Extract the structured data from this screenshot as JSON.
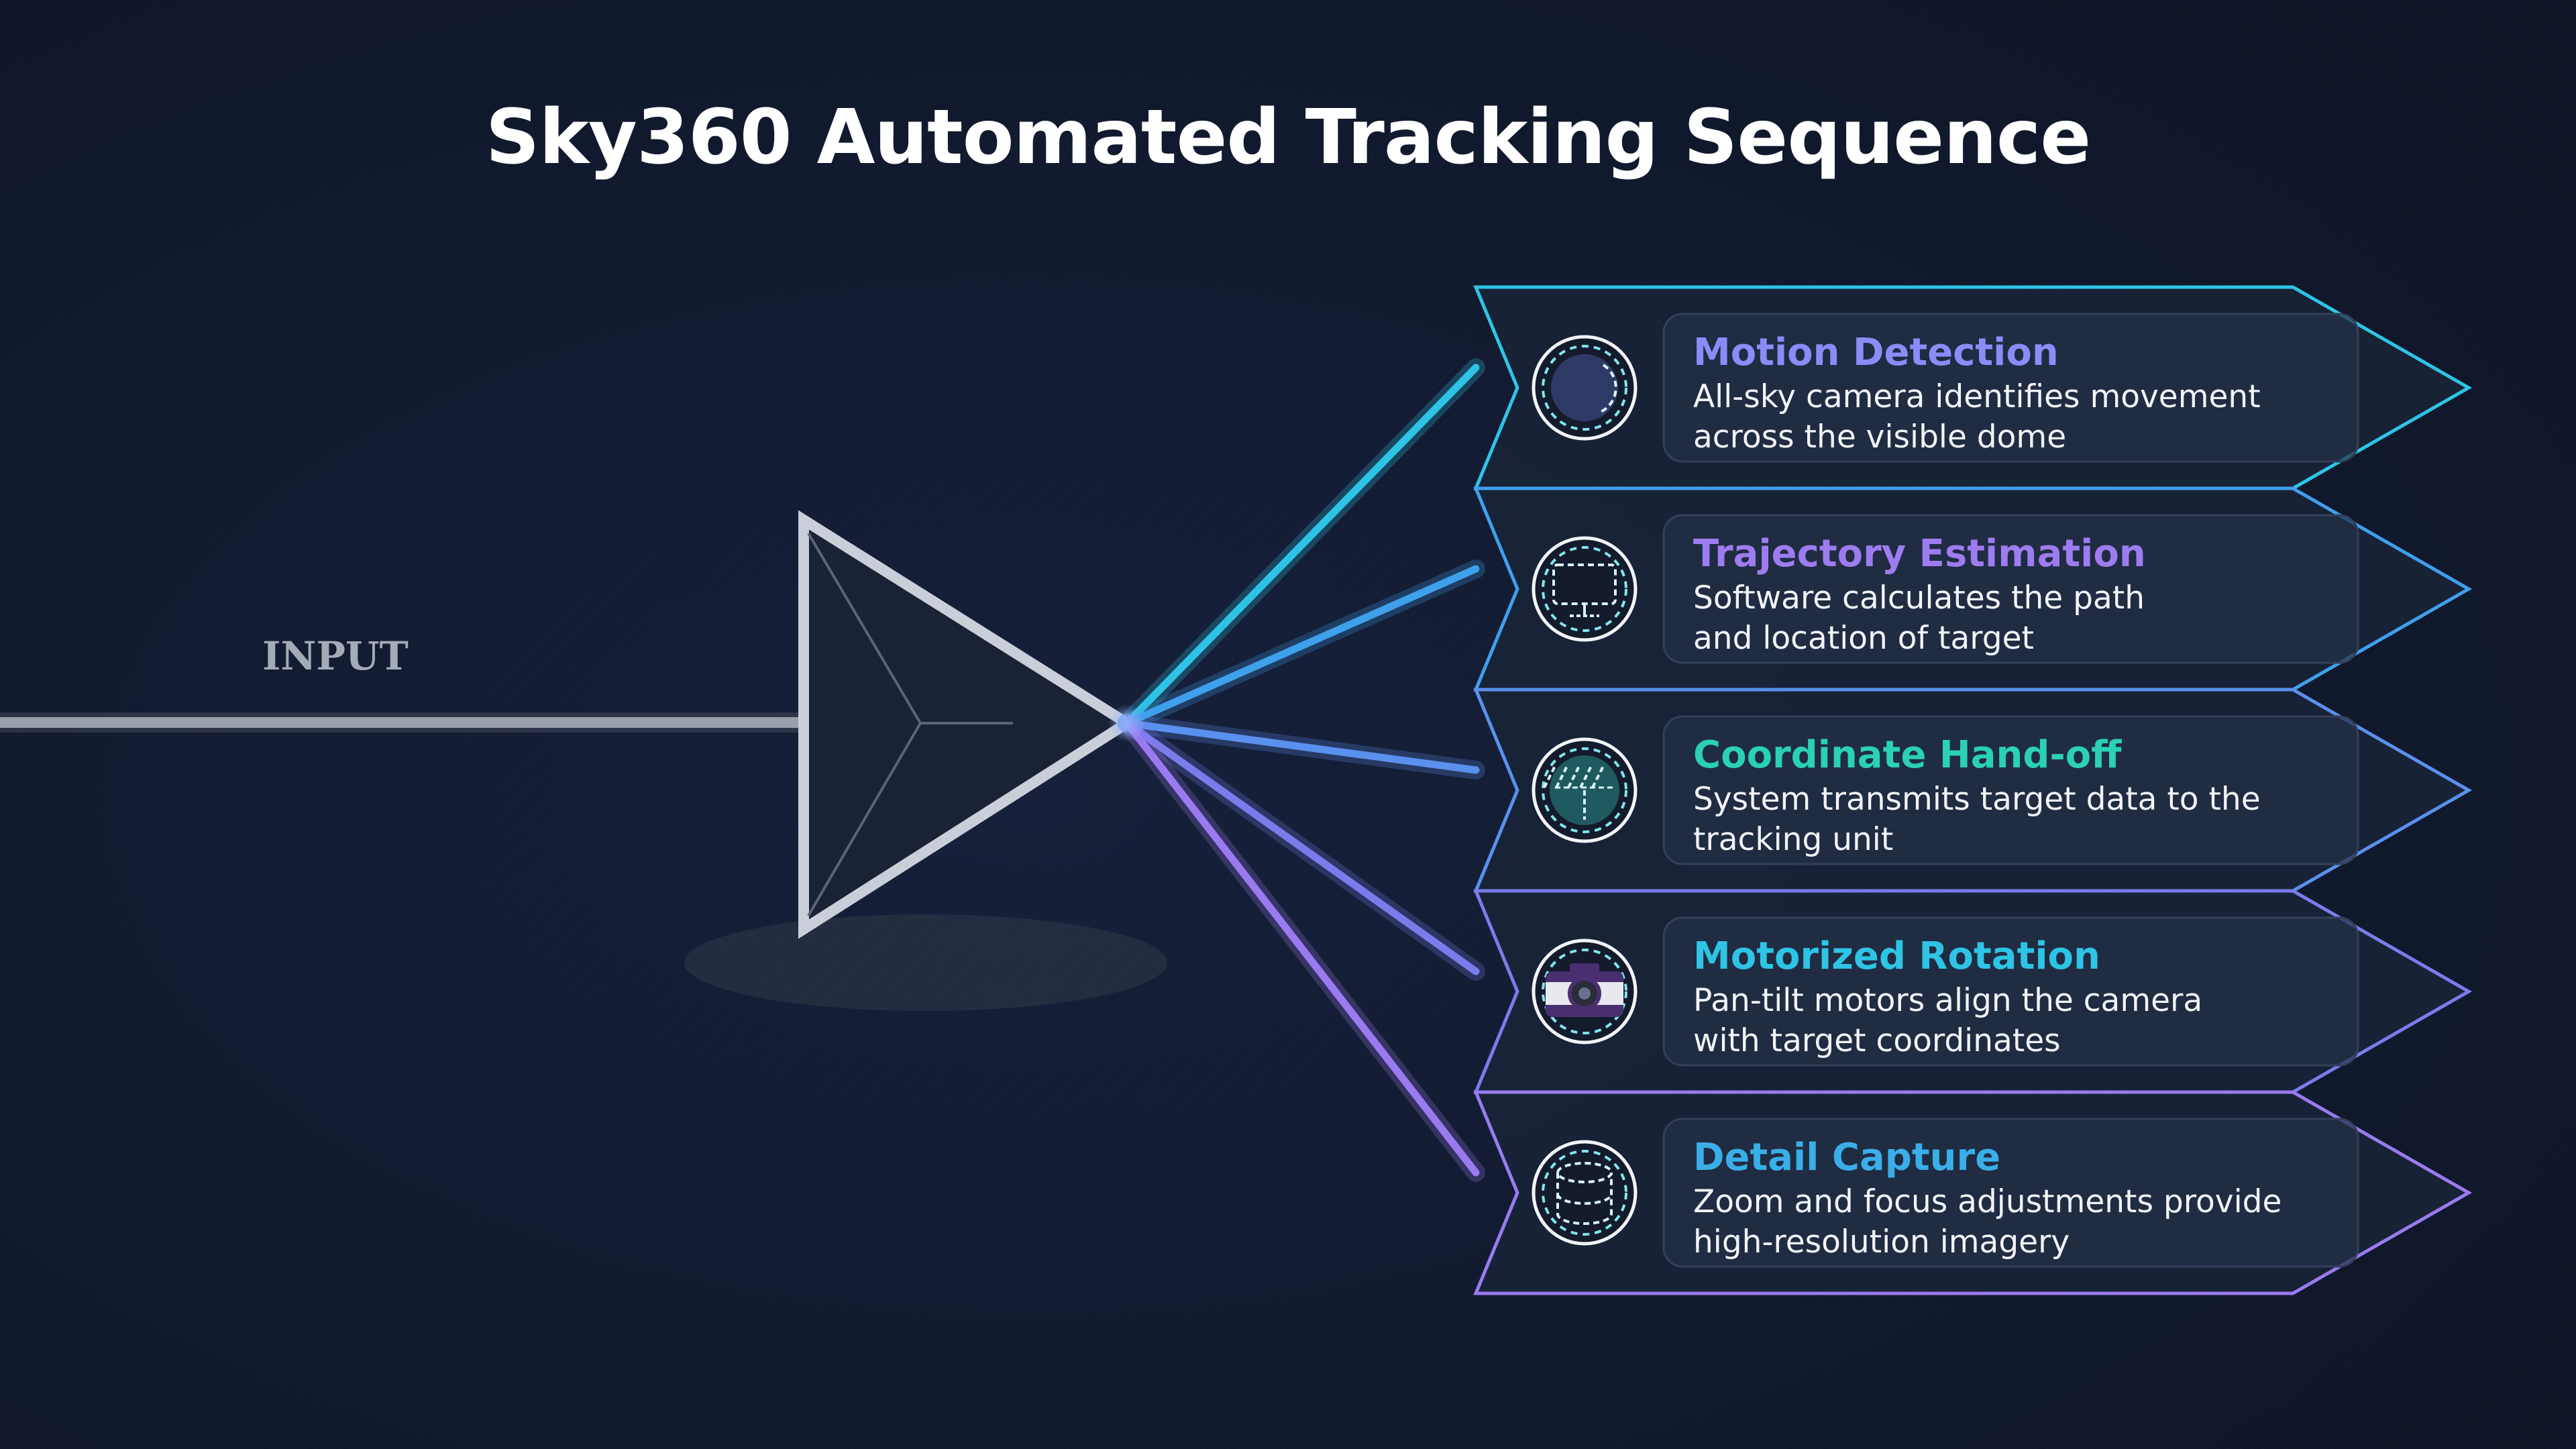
{
  "title": "Sky360 Automated Tracking Sequence",
  "input_label": "INPUT",
  "colors": {
    "background": "#121a2c",
    "prism": "#c9ced8",
    "input_beam": "#9aa0aa",
    "input_label": "#a4acb8"
  },
  "steps": [
    {
      "title": "Motion Detection",
      "description": "All-sky camera identifies movement\nacross the visible dome",
      "icon": "sky-dome-icon",
      "title_color": "#8a8cf8",
      "accent": "#2ec4e6"
    },
    {
      "title": "Trajectory Estimation",
      "description": "Software calculates the path\nand location of target",
      "icon": "monitor-icon",
      "title_color": "#9d7cf0",
      "accent": "#3fa0ec"
    },
    {
      "title": "Coordinate Hand-off",
      "description": "System transmits target data to the\ntracking unit",
      "icon": "data-transfer-icon",
      "title_color": "#2ad1b2",
      "accent": "#5a90ee"
    },
    {
      "title": "Motorized Rotation",
      "description": "Pan-tilt motors align the camera\nwith target coordinates",
      "icon": "camera-icon",
      "title_color": "#2ec4e6",
      "accent": "#7a7cec"
    },
    {
      "title": "Detail Capture",
      "description": "Zoom and focus adjustments provide\nhigh-resolution imagery",
      "icon": "database-icon",
      "title_color": "#3aaee8",
      "accent": "#9a7af0"
    }
  ]
}
